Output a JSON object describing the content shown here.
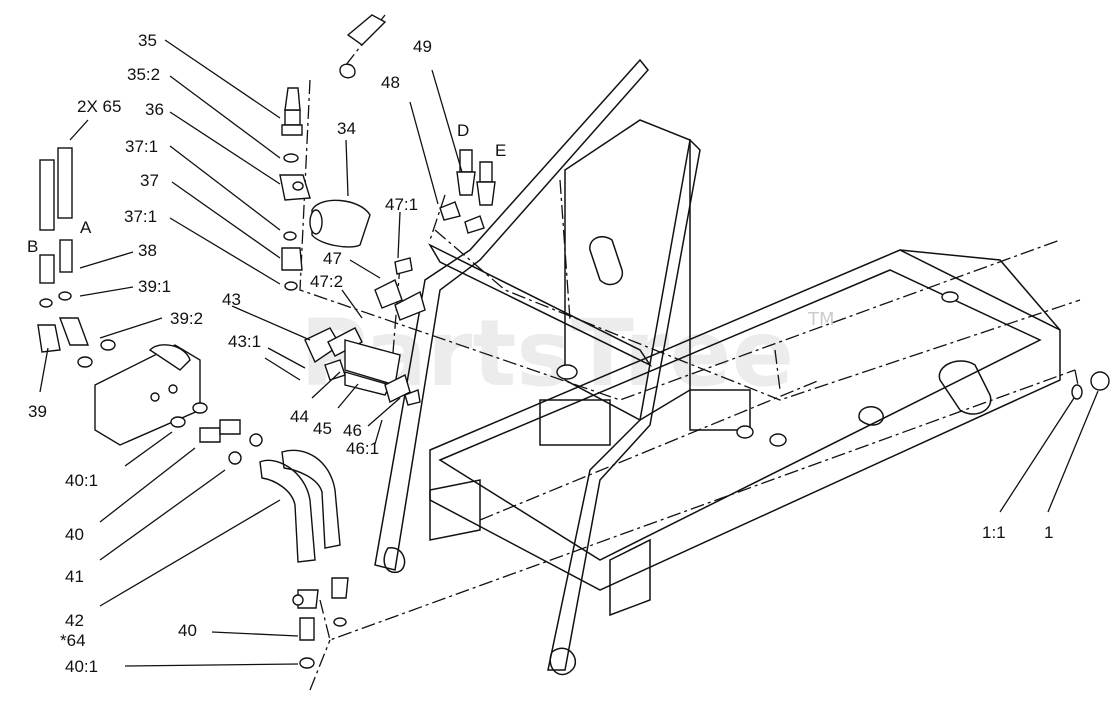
{
  "watermark": {
    "text": "PartsTree",
    "trademark": "TM"
  },
  "callouts": [
    {
      "id": "c35",
      "label": "35"
    },
    {
      "id": "c35-2",
      "label": "35:2"
    },
    {
      "id": "c36",
      "label": "36"
    },
    {
      "id": "c37-1a",
      "label": "37:1"
    },
    {
      "id": "c37",
      "label": "37"
    },
    {
      "id": "c37-1b",
      "label": "37:1"
    },
    {
      "id": "c34",
      "label": "34"
    },
    {
      "id": "c2x65",
      "label": "2X 65"
    },
    {
      "id": "cA",
      "label": "A"
    },
    {
      "id": "cB",
      "label": "B"
    },
    {
      "id": "c38",
      "label": "38"
    },
    {
      "id": "c39-1",
      "label": "39:1"
    },
    {
      "id": "c39-2",
      "label": "39:2"
    },
    {
      "id": "c39",
      "label": "39"
    },
    {
      "id": "c43",
      "label": "43"
    },
    {
      "id": "c43-1",
      "label": "43:1"
    },
    {
      "id": "c44",
      "label": "44"
    },
    {
      "id": "c45",
      "label": "45"
    },
    {
      "id": "c46",
      "label": "46"
    },
    {
      "id": "c46-1",
      "label": "46:1"
    },
    {
      "id": "c47",
      "label": "47"
    },
    {
      "id": "c47-1",
      "label": "47:1"
    },
    {
      "id": "c47-2",
      "label": "47:2"
    },
    {
      "id": "c48",
      "label": "48"
    },
    {
      "id": "c49",
      "label": "49"
    },
    {
      "id": "cD",
      "label": "D"
    },
    {
      "id": "cE",
      "label": "E"
    },
    {
      "id": "c40-1a",
      "label": "40:1"
    },
    {
      "id": "c40a",
      "label": "40"
    },
    {
      "id": "c41",
      "label": "41"
    },
    {
      "id": "c42",
      "label": "42"
    },
    {
      "id": "c64",
      "label": "*64"
    },
    {
      "id": "c40b",
      "label": "40"
    },
    {
      "id": "c40-1b",
      "label": "40:1"
    },
    {
      "id": "c1-1",
      "label": "1:1"
    },
    {
      "id": "c1",
      "label": "1"
    }
  ]
}
